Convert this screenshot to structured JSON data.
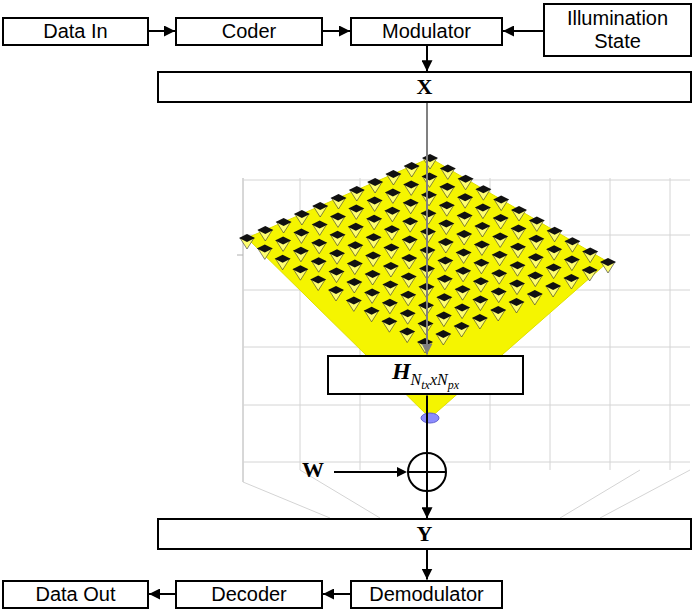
{
  "diagram": {
    "nodes": [
      {
        "text": [
          "Data In"
        ]
      },
      {
        "text": [
          "Coder"
        ]
      },
      {
        "text": [
          "Modulator"
        ]
      },
      {
        "text": [
          "Illumination State"
        ]
      },
      {
        "text": [
          "X"
        ]
      },
      {
        "text": [
          "HNtxxNpx"
        ]
      },
      {
        "text": [
          "Y"
        ]
      },
      {
        "text": [
          "Data Out"
        ]
      },
      {
        "text": [
          "Decoder"
        ]
      },
      {
        "text": [
          "Demodulator"
        ]
      }
    ],
    "edges": [
      {
        "from": 0,
        "to": 1,
        "arrow": "to"
      },
      {
        "from": 1,
        "to": 2,
        "arrow": "to"
      },
      {
        "from": 3,
        "to": 2,
        "arrow": "to"
      },
      {
        "from": 2,
        "to": 4,
        "arrow": "to"
      },
      {
        "from": 4,
        "to": 5,
        "arrow": "to"
      },
      {
        "from": 5,
        "to": 6,
        "arrow": "to"
      },
      {
        "from": 6,
        "to": 9,
        "arrow": "to"
      },
      {
        "from": 9,
        "to": 8,
        "arrow": "to"
      },
      {
        "from": 8,
        "to": 7,
        "arrow": "to"
      }
    ],
    "labels": [
      "W"
    ]
  }
}
